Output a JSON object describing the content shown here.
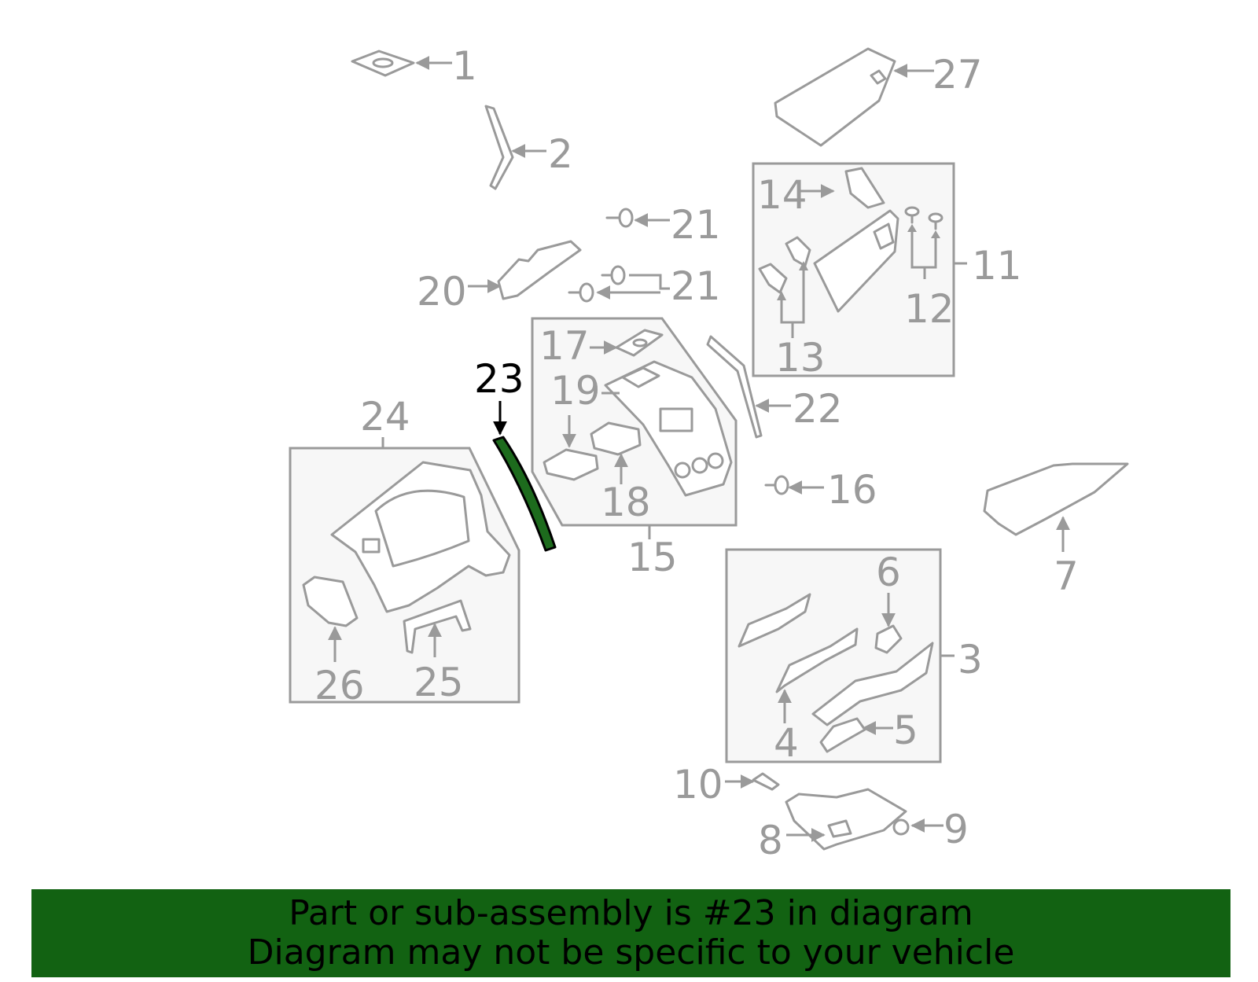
{
  "callouts": {
    "c1": "1",
    "c2": "2",
    "c3": "3",
    "c4": "4",
    "c5": "5",
    "c6": "6",
    "c7": "7",
    "c8": "8",
    "c9": "9",
    "c10": "10",
    "c11": "11",
    "c12": "12",
    "c13": "13",
    "c14": "14",
    "c15": "15",
    "c16": "16",
    "c17": "17",
    "c18": "18",
    "c19": "19",
    "c20": "20",
    "c21a": "21",
    "c21b": "21",
    "c22": "22",
    "c23": "23",
    "c24": "24",
    "c25": "25",
    "c26": "26",
    "c27": "27"
  },
  "highlight": {
    "part": "23",
    "color": "#1d6b1d",
    "banner_color": "#126212"
  },
  "banner": {
    "line1": "Part or sub-assembly is #23 in diagram",
    "line2": "Diagram may not be specific to your vehicle"
  }
}
